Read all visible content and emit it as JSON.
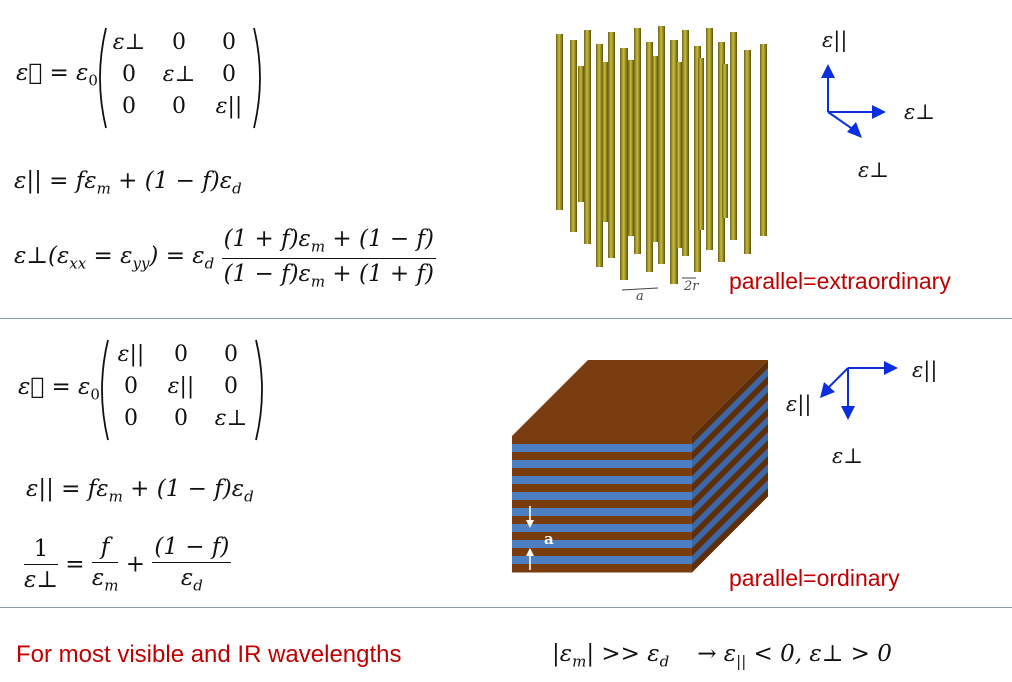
{
  "top": {
    "tensor_lhs": "ε⃡ = ε",
    "tensor_lhs_sub": "0",
    "matrix": [
      [
        "ε⊥",
        "0",
        "0"
      ],
      [
        "0",
        "ε⊥",
        "0"
      ],
      [
        "0",
        "0",
        "ε||"
      ]
    ],
    "eq_par": "ε|| = fε",
    "eq_par_sub_m": "m",
    "eq_par_mid": " + (1 − f)ε",
    "eq_par_sub_d": "d",
    "eq_perp_lhs": "ε⊥(ε",
    "eq_perp_sub_xx": "xx",
    "eq_perp_eq": " = ε",
    "eq_perp_sub_yy": "yy",
    "eq_perp_close": ") = ε",
    "eq_perp_sub_d": "d",
    "eq_perp_num": "(1 + f)ε",
    "eq_perp_num_sub": "m",
    "eq_perp_num_tail": " + (1 − f)",
    "eq_perp_den": "(1 − f)ε",
    "eq_perp_den_sub": "m",
    "eq_perp_den_tail": " + (1 + f)",
    "axes_up": "ε||",
    "axes_right": "ε⊥",
    "axes_diag": "ε⊥",
    "rod_label_a": "a",
    "rod_label_2r": "2r",
    "caption": "parallel=extraordinary"
  },
  "bottom": {
    "tensor_lhs": "ε⃡ = ε",
    "tensor_lhs_sub": "0",
    "matrix": [
      [
        "ε||",
        "0",
        "0"
      ],
      [
        "0",
        "ε||",
        "0"
      ],
      [
        "0",
        "0",
        "ε⊥"
      ]
    ],
    "eq_par": "ε|| = fε",
    "eq_par_sub_m": "m",
    "eq_par_mid": " + (1 − f)ε",
    "eq_par_sub_d": "d",
    "frac1_num": "1",
    "frac1_den": "ε⊥",
    "frac2_num": "f",
    "frac2_den": "ε",
    "frac2_den_sub": "m",
    "frac3_num": "(1 − f)",
    "frac3_den": "ε",
    "frac3_den_sub": "d",
    "axes_right": "ε||",
    "axes_diag": "ε||",
    "axes_down": "ε⊥",
    "layer_label": "a",
    "caption": "parallel=ordinary"
  },
  "footer": {
    "text": "For most visible and IR wavelengths",
    "cond_lhs": "|ε",
    "cond_lhs_sub": "m",
    "cond_mid": "| >> ε",
    "cond_mid_sub": "d",
    "cond_arrow": "→ ε",
    "cond_arrow_sub": "||",
    "cond_tail": " < 0, ε⊥ > 0"
  },
  "colors": {
    "caption_red": "#c00000",
    "axis_blue": "#0b2fe0",
    "rod_gold": "#b6a92a",
    "layer_brown": "#7a3d10",
    "layer_blue": "#4d7fc2",
    "divider": "#8a9bb0"
  }
}
